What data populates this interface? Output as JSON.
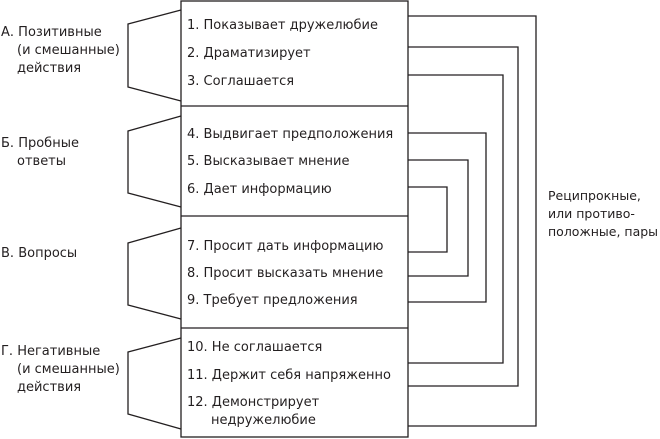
{
  "categories": [
    {
      "letter": "А.",
      "lines": [
        "Позитивные",
        "(и смешанные)",
        "действия"
      ],
      "items": [
        "1. Показывает дружелюбие",
        "2. Драматизирует",
        "3. Соглашается"
      ]
    },
    {
      "letter": "Б.",
      "lines": [
        "Пробные",
        "ответы"
      ],
      "items": [
        "4. Выдвигает предположения",
        "5. Высказывает мнение",
        "6. Дает информацию"
      ]
    },
    {
      "letter": "В.",
      "lines": [
        "Вопросы"
      ],
      "items": [
        "7. Просит дать информацию",
        "8. Просит высказать мнение",
        "9. Требует предложения"
      ]
    },
    {
      "letter": "Г.",
      "lines": [
        "Негативные",
        "(и смешанные)",
        "действия"
      ],
      "items": [
        "10. Не соглашается",
        "11. Держит себя напряженно",
        "12. Демонстрирует",
        "недружелюбие"
      ]
    }
  ],
  "reciprocal_pairs": [
    {
      "from": 1,
      "to": 12
    },
    {
      "from": 2,
      "to": 11
    },
    {
      "from": 3,
      "to": 10
    },
    {
      "from": 4,
      "to": 9
    },
    {
      "from": 5,
      "to": 8
    },
    {
      "from": 6,
      "to": 7
    }
  ],
  "reciprocal_label": [
    "Реципрокные,",
    "или противо-",
    "положные, пары"
  ],
  "colors": {
    "line": "#231f20",
    "text": "#231f20",
    "background": "#ffffff"
  }
}
